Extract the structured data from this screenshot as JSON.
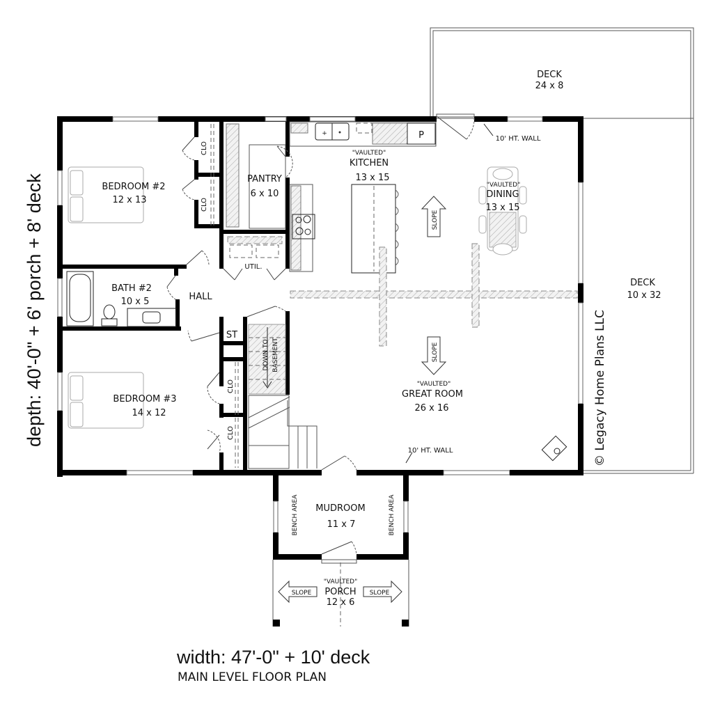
{
  "plan": {
    "title": "MAIN LEVEL FLOOR PLAN",
    "width_label": "width: 47'-0\" + 10' deck",
    "depth_label": "depth: 40'-0\" + 6' porch + 8' deck",
    "copyright": "© Legacy Home Plans LLC",
    "vaulted_tag": "\"VAULTED\"",
    "wall_note": "10' HT. WALL",
    "slope_label": "SLOPE",
    "closet_label": "CLO",
    "bench_label": "BENCH AREA",
    "stairs_label_1": "DOWN TO",
    "stairs_label_2": "BASEMENT",
    "pantry_cab_label": "P"
  },
  "rooms": {
    "bedroom2": {
      "name": "BEDROOM #2",
      "size": "12 x 13"
    },
    "bedroom3": {
      "name": "BEDROOM #3",
      "size": "14 x 12"
    },
    "bath2": {
      "name": "BATH #2",
      "size": "10 x 5"
    },
    "pantry": {
      "name": "PANTRY",
      "size": "6 x 10"
    },
    "util": {
      "name": "UTIL."
    },
    "hall": {
      "name": "HALL"
    },
    "storage": {
      "name": "ST"
    },
    "kitchen": {
      "name": "KITCHEN",
      "size": "13 x 15"
    },
    "dining": {
      "name": "DINING",
      "size": "13 x 15"
    },
    "great_room": {
      "name": "GREAT ROOM",
      "size": "26 x 16"
    },
    "mudroom": {
      "name": "MUDROOM",
      "size": "11 x 7"
    },
    "porch": {
      "name": "PORCH",
      "size": "12 x 6"
    },
    "deck_top": {
      "name": "DECK",
      "size": "24 x 8"
    },
    "deck_side": {
      "name": "DECK",
      "size": "10 x 32"
    }
  }
}
